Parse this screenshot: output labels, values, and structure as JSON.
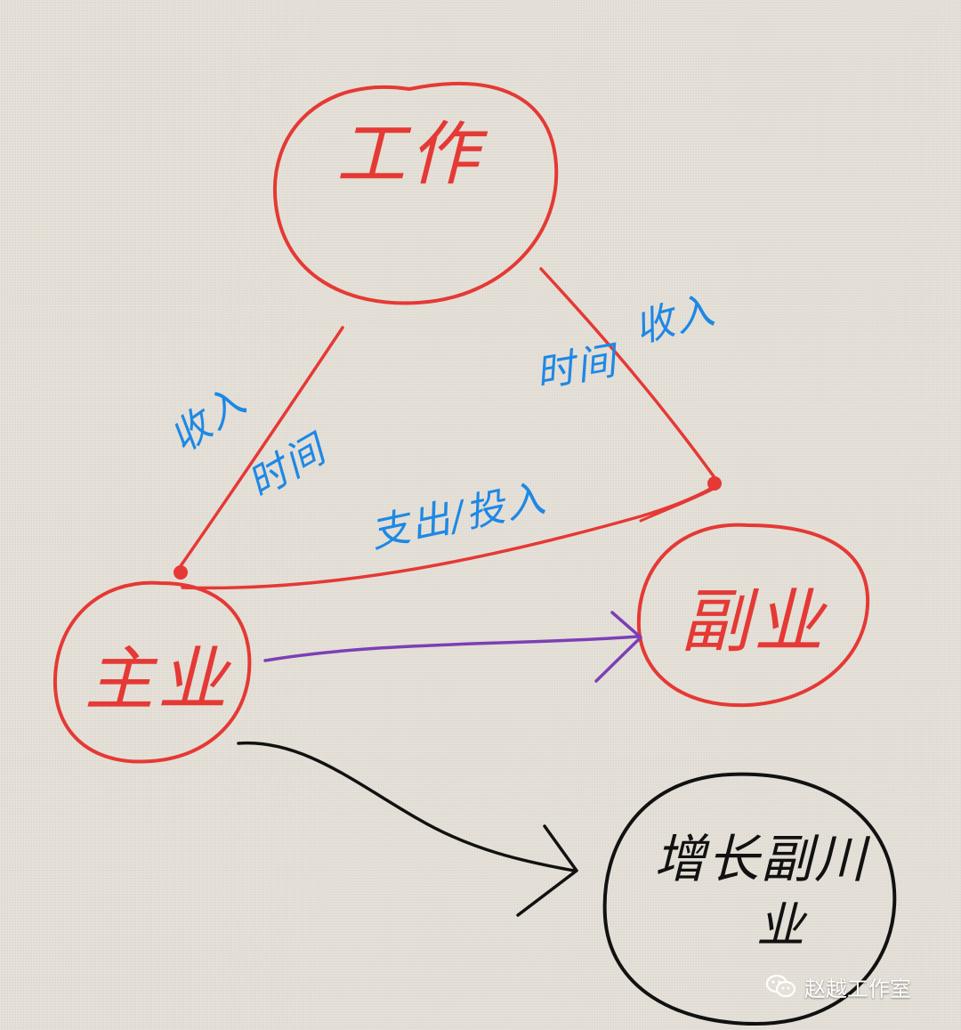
{
  "nodes": {
    "work": {
      "label": "工作",
      "color": "#e53935"
    },
    "main_business": {
      "label": "主业",
      "color": "#e53935"
    },
    "side_business": {
      "label": "副业",
      "color": "#e53935"
    },
    "grow_side_business": {
      "label_line1": "增长副川",
      "label_line2": "业",
      "color": "#111111"
    }
  },
  "edges": {
    "work_to_main": {
      "label_income": "收入",
      "label_time": "时间",
      "color": "#e53935",
      "label_color": "#1e88e5"
    },
    "work_to_side": {
      "label_income": "收入",
      "label_time": "时间",
      "color": "#e53935",
      "label_color": "#1e88e5"
    },
    "main_to_side": {
      "label": "支出/投入",
      "color": "#e53935",
      "label_color": "#1e88e5"
    },
    "main_to_side_arrow": {
      "color": "#7b3fb5"
    },
    "main_to_grow_arrow": {
      "color": "#111111"
    }
  },
  "watermark": {
    "text": "赵越工作室",
    "icon": "wechat-icon"
  }
}
